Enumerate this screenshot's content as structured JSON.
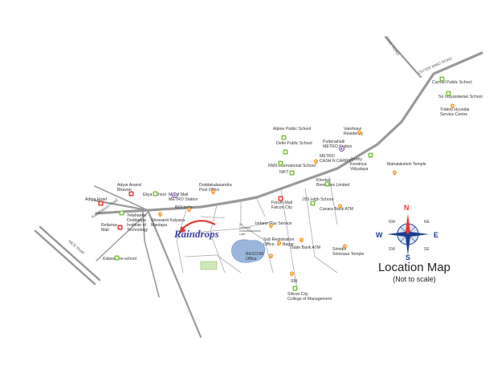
{
  "roads": {
    "outer_ring": "OUTER RING ROAD",
    "ring_road": "RING ROAD",
    "nice_road": "NICE Road",
    "kanakapura_road": "Kanakapura Road"
  },
  "landmarks": [
    {
      "id": "carmel",
      "text": "Carmel Public School",
      "kind": "school"
    },
    {
      "id": "vidyaniketan",
      "text": "Sri Vidyaniketan School",
      "kind": "school"
    },
    {
      "id": "trident",
      "text": "Trident Hyundai\nService Centre",
      "kind": "place"
    },
    {
      "id": "vaishnavi",
      "text": "Vaishnavi\nResidency",
      "kind": "place"
    },
    {
      "id": "alpine",
      "text": "Alpine Public School",
      "kind": "school"
    },
    {
      "id": "delhi",
      "text": "Delhi Public School",
      "kind": "school"
    },
    {
      "id": "puttenahalli",
      "text": "Puttenahalli\nMETRO Station",
      "kind": "metro"
    },
    {
      "id": "cashncarry",
      "text": "METRO\nCASH N CARRY",
      "kind": "place"
    },
    {
      "id": "nift",
      "text": "NIFT",
      "kind": "school"
    },
    {
      "id": "jyothy",
      "text": "Jyothy\nKendriya\nVidyalaya",
      "kind": "school"
    },
    {
      "id": "mahalakshmi",
      "text": "Mahalakshmi Temple",
      "kind": "temple"
    },
    {
      "id": "rms",
      "text": "RMS International School",
      "kind": "school"
    },
    {
      "id": "doddakallasandra",
      "text": "Doddakalasandra\nPost Office",
      "kind": "place"
    },
    {
      "id": "khoday",
      "text": "Khoday\nBreweries Limited",
      "kind": "school"
    },
    {
      "id": "adyar",
      "text": "Adyar Anand\nBhavan",
      "kind": "food"
    },
    {
      "id": "ekya",
      "text": "Ekya School",
      "kind": "school"
    },
    {
      "id": "marriot",
      "text": "Marrit Mall\nMETRO Station",
      "kind": "metro"
    },
    {
      "id": "adiga",
      "text": "Adiga Hotel",
      "kind": "food"
    },
    {
      "id": "jss",
      "text": "JSS High School",
      "kind": "school"
    },
    {
      "id": "canara",
      "text": "Canara Bank ATM",
      "kind": "place"
    },
    {
      "id": "forum",
      "text": "Forum Mall\nFalcon City",
      "kind": "shop"
    },
    {
      "id": "boi",
      "text": "BOI India",
      "kind": "place"
    },
    {
      "id": "yelahanka",
      "text": "Yelahanka\nDoddappa\nInstitute of\nTechnology",
      "kind": "school"
    },
    {
      "id": "shravanti",
      "text": "Shravanti Kalyana\nMantapa",
      "kind": "place"
    },
    {
      "id": "reliance",
      "text": "Reliance\nMall",
      "kind": "shop"
    },
    {
      "id": "indane",
      "text": "Indane Gas Service",
      "kind": "place"
    },
    {
      "id": "subreg",
      "text": "Sub Registration\nOffice, JP Nagar",
      "kind": "place"
    },
    {
      "id": "statebank",
      "text": "State Bank ATM",
      "kind": "place"
    },
    {
      "id": "srinidhi",
      "text": "Srinidhi\nSrinivasa Temple",
      "kind": "temple"
    },
    {
      "id": "bescom",
      "text": "BESCOM\nOffice",
      "kind": "place"
    },
    {
      "id": "kidzee",
      "text": "Kidzee Pre-school",
      "kind": "school"
    },
    {
      "id": "sbi",
      "text": "SBI",
      "kind": "place"
    },
    {
      "id": "siliconcity",
      "text": "Silicon City\nCollege of Management",
      "kind": "school"
    },
    {
      "id": "lake",
      "text": "Sri\nSubrama\nDoddakalasandra\nLake",
      "kind": "lake"
    }
  ],
  "project": {
    "name": "Raindrops"
  },
  "legend": {
    "title": "Location Map",
    "subtitle": "(Not to scale)"
  },
  "compass": {
    "n": "N",
    "s": "S",
    "e": "E",
    "w": "W",
    "ne": "NE",
    "nw": "NW",
    "se": "SE",
    "sw": "SW"
  },
  "colors": {
    "road": "#9a9a9a",
    "school": "#7cc242",
    "place": "#f39a2b",
    "red": "#e53935",
    "metro": "#7a4aa0",
    "logo": "#3d3fa6",
    "compass": "#1d3f8f"
  }
}
